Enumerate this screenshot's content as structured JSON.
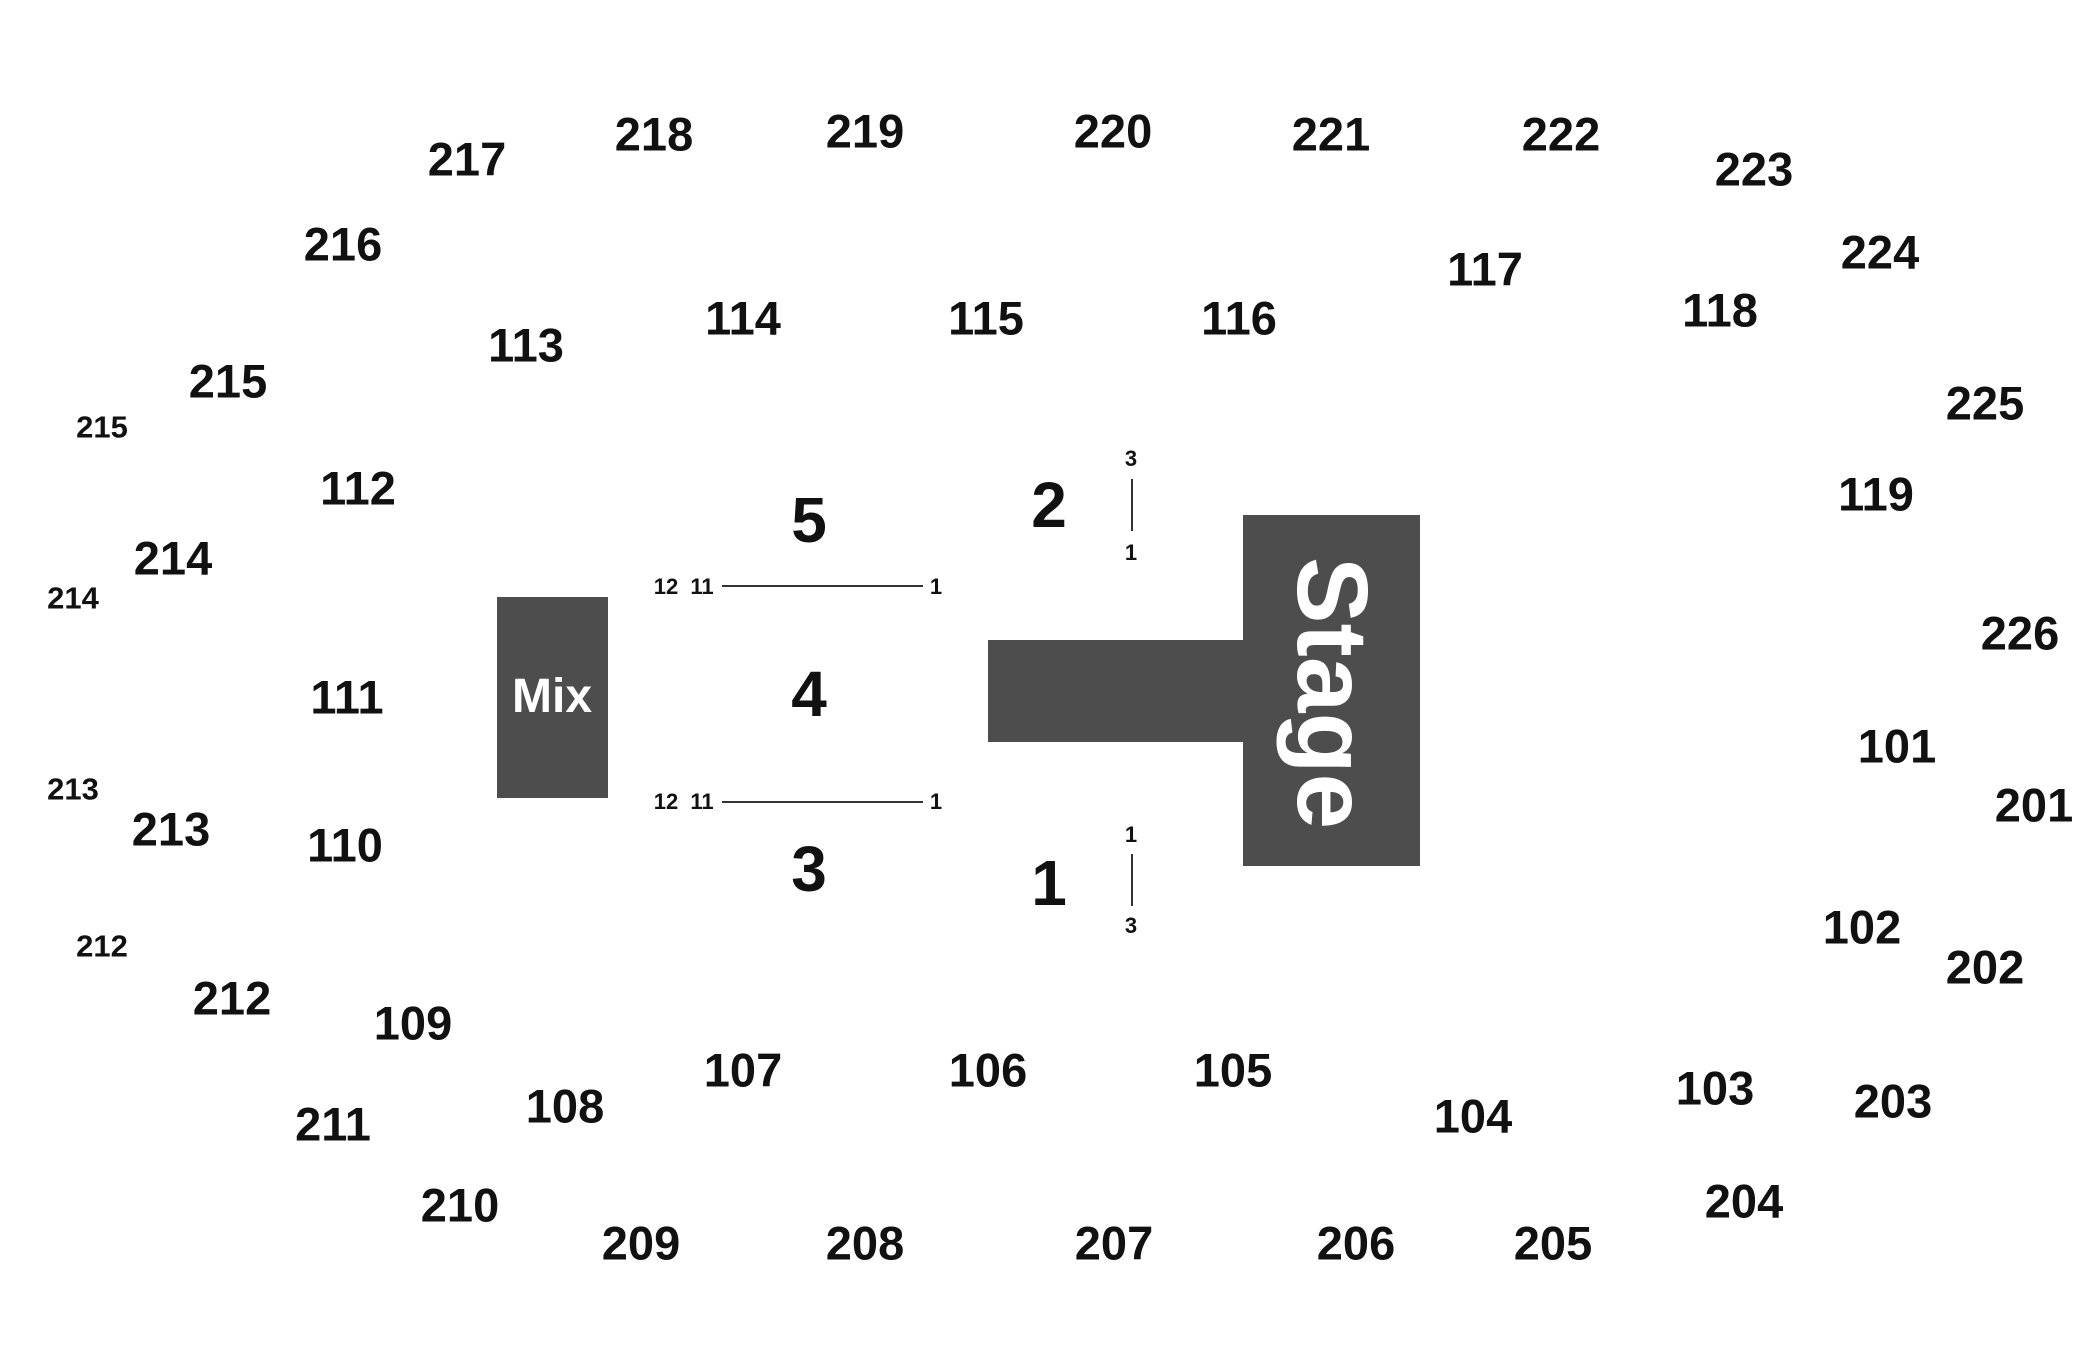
{
  "sections_200": [
    "201",
    "202",
    "203",
    "204",
    "205",
    "206",
    "207",
    "208",
    "209",
    "210",
    "211",
    "212",
    "213",
    "214",
    "215",
    "216",
    "217",
    "218",
    "219",
    "220",
    "221",
    "222",
    "223",
    "224",
    "225",
    "226"
  ],
  "sections_200_small": [
    "212",
    "213",
    "214",
    "215"
  ],
  "sections_100": [
    "101",
    "102",
    "103",
    "104",
    "105",
    "106",
    "107",
    "108",
    "109",
    "110",
    "111",
    "112",
    "113",
    "114",
    "115",
    "116",
    "117",
    "118",
    "119"
  ],
  "floor_sections": [
    "1",
    "2",
    "3",
    "4",
    "5"
  ],
  "row_labels": {
    "row_12": "12",
    "row_11": "11",
    "row_3": "3",
    "row_1": "1"
  },
  "blocks": {
    "stage": "Stage",
    "mix": "Mix"
  },
  "colors": {
    "block_fill": "#4d4d4d",
    "label_text": "#111111",
    "block_text": "#ffffff",
    "background": "#ffffff"
  }
}
